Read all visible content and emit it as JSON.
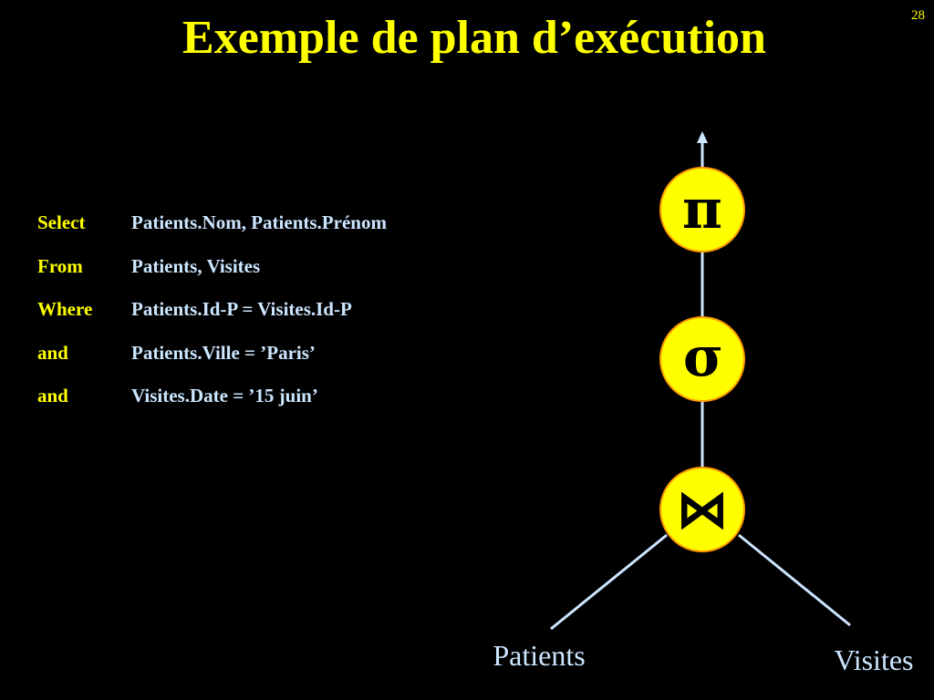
{
  "slide": {
    "page_number": "28",
    "title": "Exemple de plan d’exécution"
  },
  "query": [
    {
      "keyword": "Select",
      "clause": "Patients.Nom, Patients.Prénom"
    },
    {
      "keyword": "From",
      "clause": "Patients, Visites"
    },
    {
      "keyword": "Where",
      "clause": "Patients.Id-P = Visites.Id-P"
    },
    {
      "keyword": "and",
      "clause": "Patients.Ville = ’Paris’"
    },
    {
      "keyword": "and",
      "clause": "Visites.Date = ’15 juin’"
    }
  ],
  "plan": {
    "projection_symbol": "π",
    "selection_symbol": "σ",
    "join_symbol": "⋈",
    "left_relation": "Patients",
    "right_relation": "Visites"
  },
  "colors": {
    "background": "#000000",
    "title": "#ffff00",
    "keyword": "#ffff00",
    "clause": "#cce6ff",
    "node_fill": "#ffff00",
    "node_border": "#ff9900",
    "edge": "#cce6ff"
  }
}
